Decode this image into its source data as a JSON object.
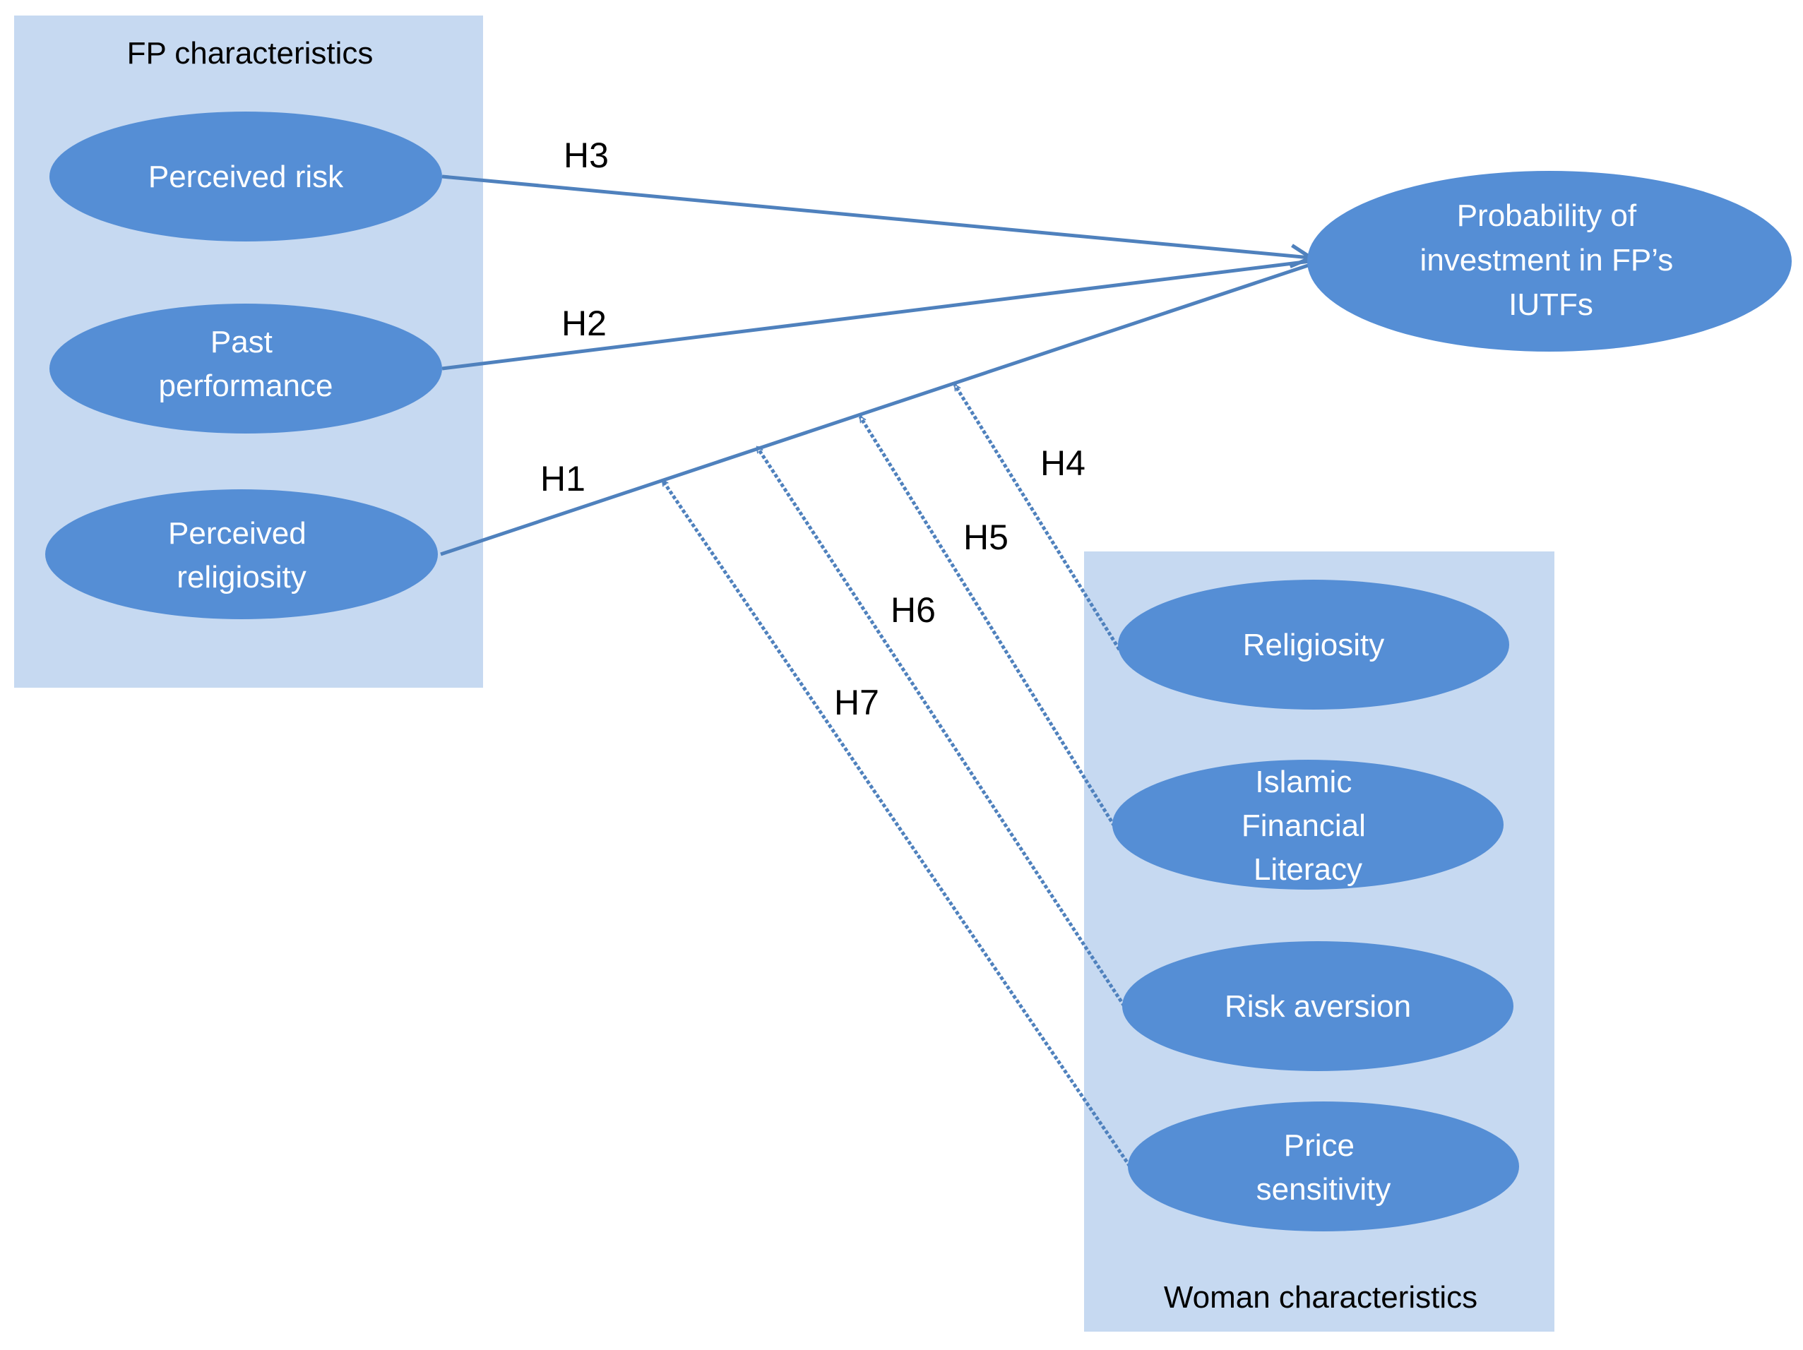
{
  "groups": {
    "fp": {
      "label": "FP characteristics"
    },
    "woman": {
      "label": "Woman characteristics"
    }
  },
  "nodes": {
    "perceived_risk": {
      "lines": [
        "Perceived risk"
      ]
    },
    "past_performance": {
      "lines": [
        "Past",
        "performance"
      ]
    },
    "perceived_religiosity": {
      "lines": [
        "Perceived",
        "religiosity"
      ]
    },
    "outcome": {
      "lines": [
        "Probability of",
        "investment  in FP’s",
        "IUTFs"
      ]
    },
    "religiosity": {
      "lines": [
        "Religiosity"
      ]
    },
    "islamic_financial_literacy": {
      "lines": [
        "Islamic",
        "Financial",
        "Literacy"
      ]
    },
    "risk_aversion": {
      "lines": [
        "Risk aversion"
      ]
    },
    "price_sensitivity": {
      "lines": [
        "Price",
        "sensitivity"
      ]
    }
  },
  "hypotheses": {
    "h1": "H1",
    "h2": "H2",
    "h3": "H3",
    "h4": "H4",
    "h5": "H5",
    "h6": "H6",
    "h7": "H7"
  },
  "colors": {
    "node_fill": "#558ED5",
    "group_fill": "#C6D9F1",
    "arrow": "#4F81BD",
    "node_text": "#FFFFFF"
  }
}
